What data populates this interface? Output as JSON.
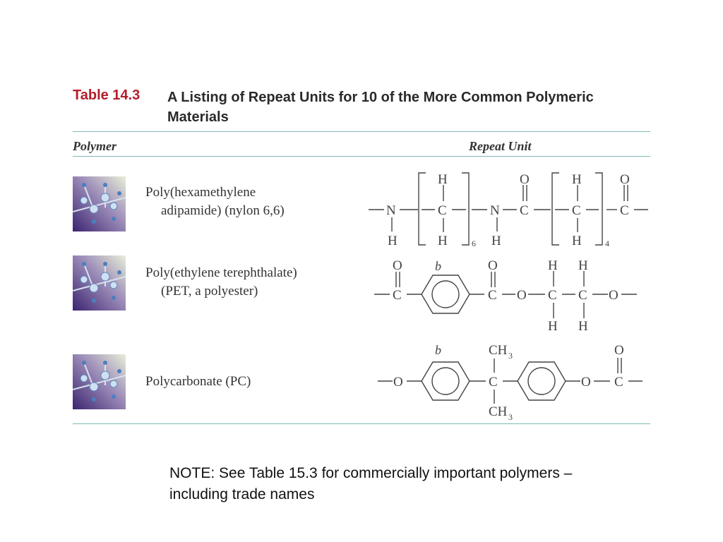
{
  "table": {
    "label": "Table 14.3",
    "title": "A Listing of Repeat Units for 10 of the More Common Polymeric Materials",
    "col_polymer": "Polymer",
    "col_repeat_unit": "Repeat Unit"
  },
  "rows": [
    {
      "name_line1": "Poly(hexamethylene",
      "name_line2": "adipamide) (nylon 6,6)"
    },
    {
      "name_line1": "Poly(ethylene terephthalate)",
      "name_line2": "(PET, a polyester)"
    },
    {
      "name_line1": "Polycarbonate (PC)",
      "name_line2": ""
    }
  ],
  "note": "NOTE: See Table 15.3 for commercially important polymers – including trade names"
}
